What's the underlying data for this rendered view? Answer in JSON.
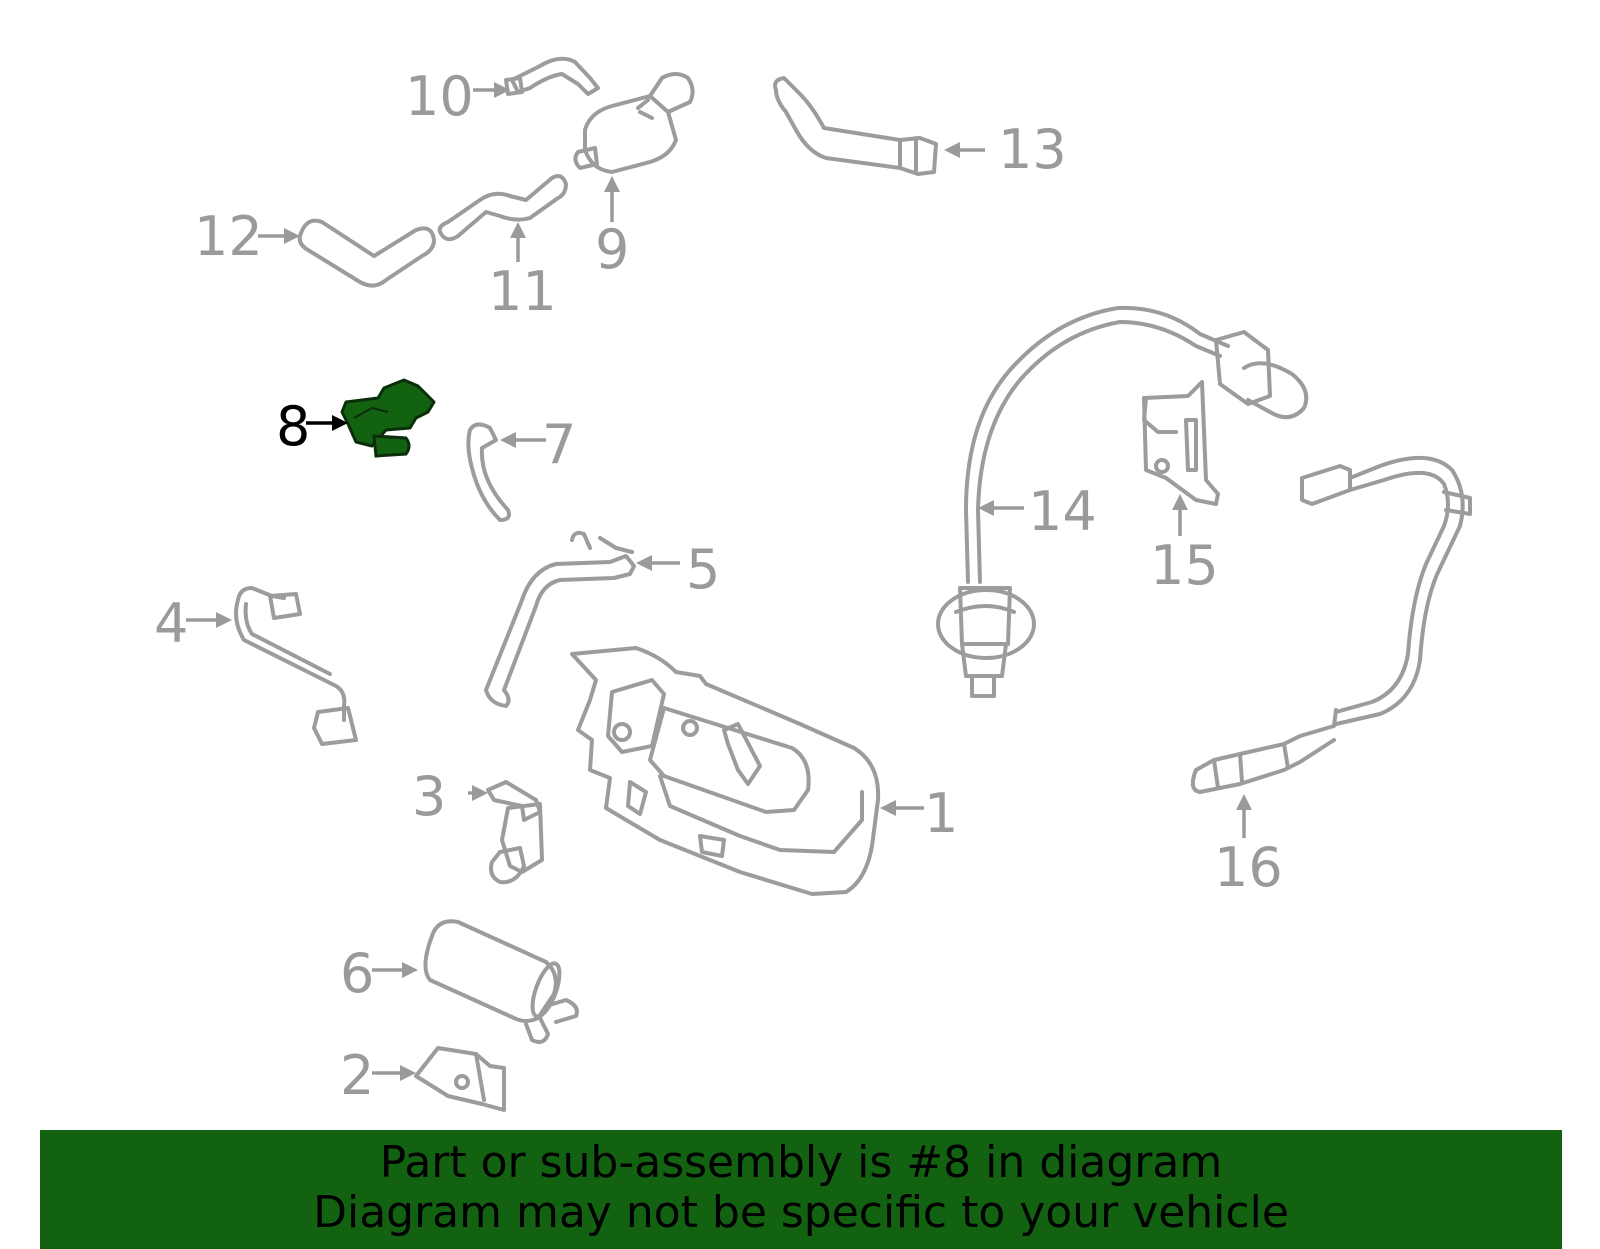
{
  "highlight_color": "#136212",
  "callouts": {
    "c1": "1",
    "c2": "2",
    "c3": "3",
    "c4": "4",
    "c5": "5",
    "c6": "6",
    "c7": "7",
    "c8": "8",
    "c9": "9",
    "c10": "10",
    "c11": "11",
    "c12": "12",
    "c13": "13",
    "c14": "14",
    "c15": "15",
    "c16": "16"
  },
  "highlighted_part": "8",
  "banner": {
    "line1": "Part or sub-assembly is #8 in diagram",
    "line2": "Diagram may not be specific to your vehicle"
  }
}
